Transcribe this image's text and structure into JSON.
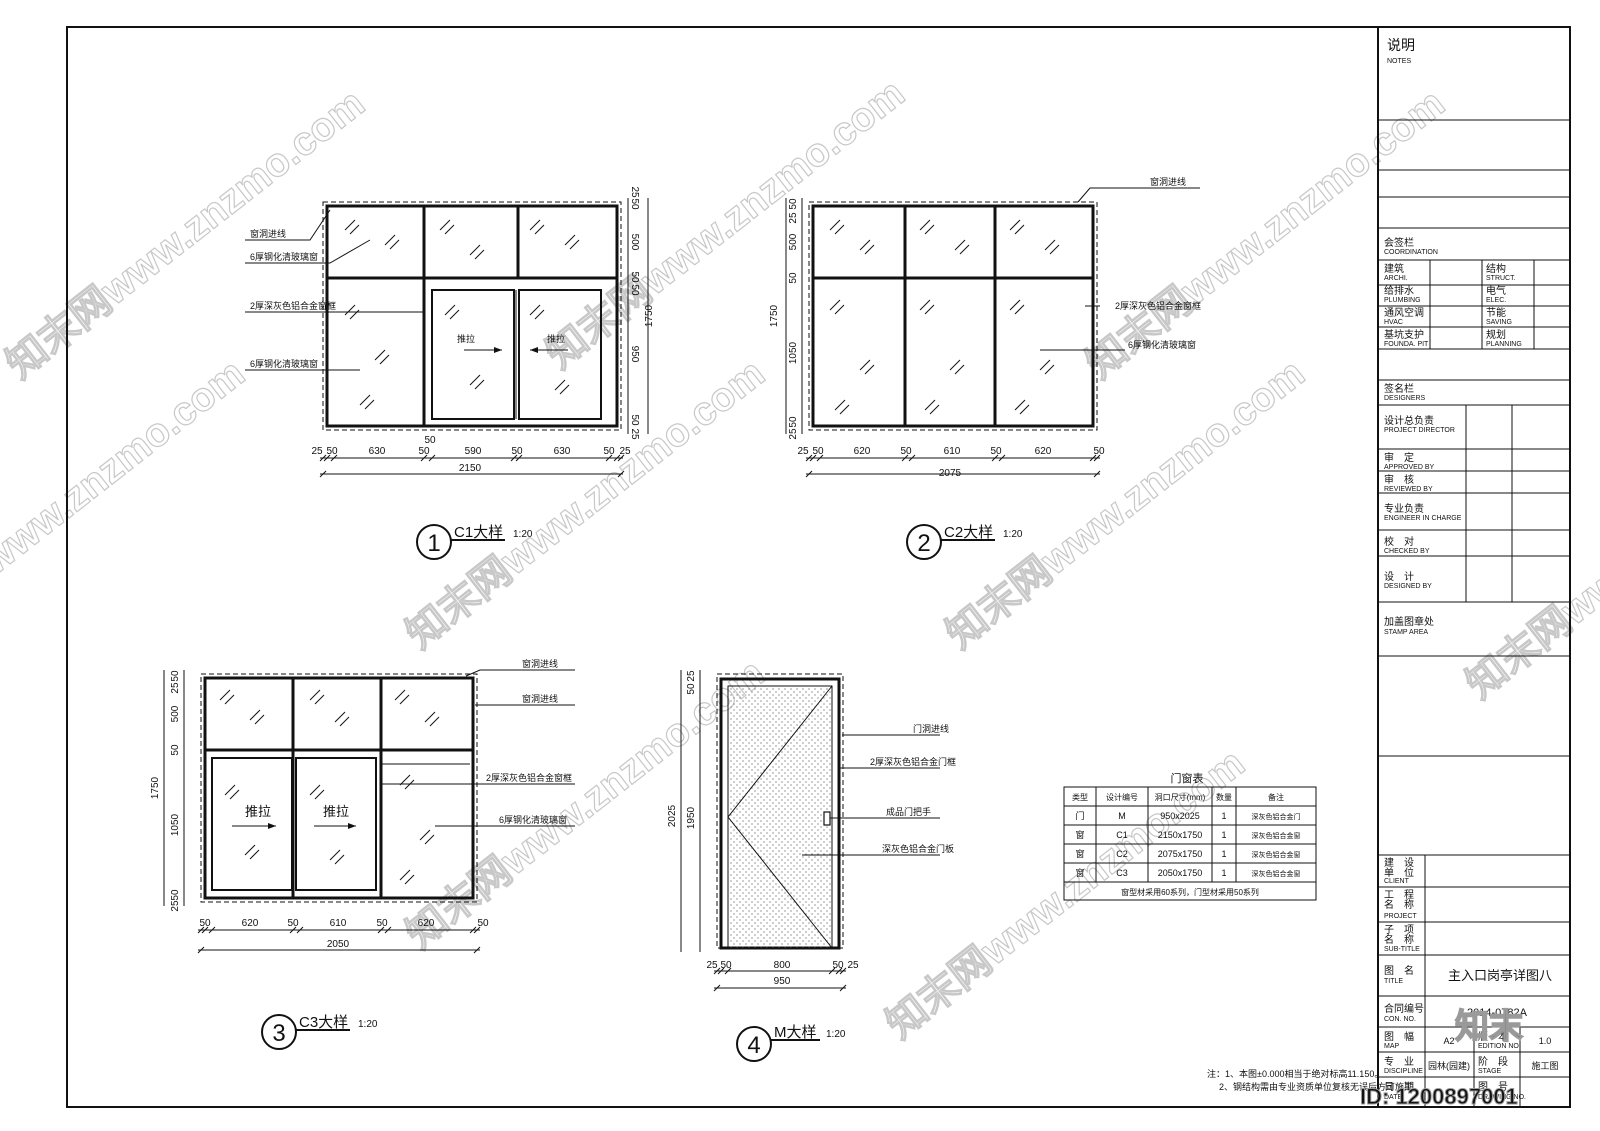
{
  "notes": {
    "title_cn": "说明",
    "title_en": "NOTES"
  },
  "coordination": {
    "title_cn": "会签栏",
    "title_en": "COORDINATION",
    "items": [
      {
        "cn": "建筑",
        "en": "ARCHI."
      },
      {
        "cn": "结构",
        "en": "STRUCT."
      },
      {
        "cn": "给排水",
        "en": "PLUMBING"
      },
      {
        "cn": "电气",
        "en": "ELEC."
      },
      {
        "cn": "通风空调",
        "en": "HVAC"
      },
      {
        "cn": "节能",
        "en": "SAVING"
      },
      {
        "cn": "基坑支护",
        "en": "FOUNDA. PIT"
      },
      {
        "cn": "规划",
        "en": "PLANNING"
      }
    ]
  },
  "designers": {
    "title_cn": "签名栏",
    "title_en": "DESIGNERS",
    "items": [
      {
        "cn": "设计总负责",
        "en": "PROJECT DIRECTOR"
      },
      {
        "cn": "审　定",
        "en": "APPROVED BY"
      },
      {
        "cn": "审　核",
        "en": "REVIEWED BY"
      },
      {
        "cn": "专业负责",
        "en": "ENGINEER IN CHARGE"
      },
      {
        "cn": "校　对",
        "en": "CHECKED BY"
      },
      {
        "cn": "设　计",
        "en": "DESIGNED BY"
      }
    ]
  },
  "stamp": {
    "cn": "加盖图章处",
    "en": "STAMP AREA"
  },
  "project_info": {
    "client_cn": "建　设\n单　位",
    "client_en": "CLIENT",
    "project_cn": "工　程\n名　称",
    "project_en": "PROJECT",
    "subtitle_cn": "子　项\n名　称",
    "subtitle_en": "SUB-TITLE",
    "title_cn": "图　名",
    "title_en": "TITLE",
    "title_value": "主入口岗亭详图八",
    "contract_cn": "合同编号",
    "contract_en": "CON. NO.",
    "contract_value": "2014-0782A",
    "map_cn": "图　幅",
    "map_en": "MAP",
    "map_value": "A2",
    "edition_cn": "版　本",
    "edition_en": "EDITION NO.",
    "edition_value": "1.0",
    "discipline_cn": "专　业",
    "discipline_en": "DISCIPLINE",
    "discipline_value": "园林(园建)",
    "stage_cn": "阶　段",
    "stage_en": "STAGE",
    "stage_value": "施工图",
    "date_cn": "日　期",
    "date_en": "DATE",
    "drawing_cn": "图　号",
    "drawing_en": "DRAWING NO."
  },
  "labels": {
    "window_line": "窗洞进线",
    "glass": "6厚钢化清玻璃窗",
    "frame": "2厚深灰色铝合金窗框",
    "push": "推拉",
    "door_line": "门洞进线",
    "door_frame": "2厚深灰色铝合金门框",
    "handle": "成品门把手",
    "door_panel": "深灰色铝合金门板"
  },
  "details": [
    {
      "num": "1",
      "title": "C1大样",
      "scale": "1:20"
    },
    {
      "num": "2",
      "title": "C2大样",
      "scale": "1:20"
    },
    {
      "num": "3",
      "title": "C3大样",
      "scale": "1:20"
    },
    {
      "num": "4",
      "title": "M大样",
      "scale": "1:20"
    }
  ],
  "dims": {
    "c1": {
      "bottom": [
        "25",
        "50",
        "630",
        "50",
        "590",
        "50",
        "630",
        "50",
        "25"
      ],
      "mid": "50",
      "total": "2150",
      "right": [
        "50",
        "25",
        "500",
        "50",
        "50",
        "950",
        "50",
        "25"
      ],
      "right_total": "1750"
    },
    "c2": {
      "bottom": [
        "25",
        "50",
        "620",
        "50",
        "610",
        "50",
        "620",
        "50"
      ],
      "total": "2075",
      "left": [
        "25",
        "50",
        "500",
        "50",
        "1050",
        "25",
        "50"
      ],
      "left_total": "1750"
    },
    "c3": {
      "bottom": [
        "50",
        "620",
        "50",
        "610",
        "50",
        "620",
        "50"
      ],
      "total": "2050",
      "left": [
        "25",
        "50",
        "500",
        "50",
        "1050",
        "25",
        "50"
      ],
      "left_total": "1750"
    },
    "m": {
      "bottom": [
        "25",
        "50",
        "800",
        "50",
        "25"
      ],
      "total": "950",
      "left": [
        "25",
        "50",
        "1950"
      ],
      "left_total": "2025"
    }
  },
  "table": {
    "title": "门窗表",
    "headers": [
      "类型",
      "设计编号",
      "洞口尺寸(mm)",
      "数量",
      "备注"
    ],
    "rows": [
      [
        "门",
        "M",
        "950x2025",
        "1",
        "深灰色铝合金门"
      ],
      [
        "窗",
        "C1",
        "2150x1750",
        "1",
        "深灰色铝合金窗"
      ],
      [
        "窗",
        "C2",
        "2075x1750",
        "1",
        "深灰色铝合金窗"
      ],
      [
        "窗",
        "C3",
        "2050x1750",
        "1",
        "深灰色铝合金窗"
      ]
    ],
    "footer": "窗型材采用60系列，门型材采用50系列"
  },
  "footnotes": {
    "line1": "注：1、本图±0.000相当于绝对标高11.150。",
    "line2": "2、钢结构需由专业资质单位复核无误后方可施工。"
  },
  "watermark": {
    "text": "知末网www.znzmo.com",
    "brand": "知末",
    "id": "ID: 1200897001"
  }
}
